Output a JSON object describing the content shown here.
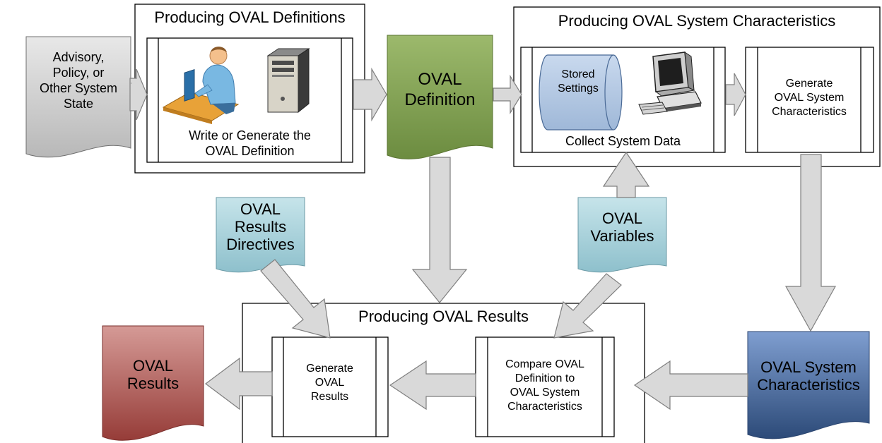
{
  "groups": {
    "definitions_title": "Producing OVAL Definitions",
    "system_characteristics_title": "Producing OVAL System Characteristics",
    "results_title": "Producing OVAL Results"
  },
  "documents": {
    "advisory": [
      "Advisory,",
      "Policy, or",
      "Other System",
      "State"
    ],
    "oval_definition": [
      "OVAL",
      "Definition"
    ],
    "results_directives": [
      "OVAL",
      "Results",
      "Directives"
    ],
    "oval_variables": [
      "OVAL",
      "Variables"
    ],
    "oval_system_characteristics": [
      "OVAL System",
      "Characteristics"
    ],
    "oval_results": [
      "OVAL",
      "Results"
    ]
  },
  "processes": {
    "write_definition": [
      "Write or Generate the",
      "OVAL Definition"
    ],
    "collect_system_data": "Collect System Data",
    "stored_settings": [
      "Stored",
      "Settings"
    ],
    "generate_sc": [
      "Generate",
      "OVAL System",
      "Characteristics"
    ],
    "compare": [
      "Compare OVAL",
      "Definition to",
      "OVAL System",
      "Characteristics"
    ],
    "generate_results": [
      "Generate",
      "OVAL",
      "Results"
    ]
  },
  "colors": {
    "advisory_doc": "#cfcfcf",
    "definition_doc": "#8aa95a",
    "directives_doc": "#a9d3dc",
    "variables_doc": "#a9d3dc",
    "sc_doc": "#3f6496",
    "results_doc": "#b0504c",
    "stored_settings": "#b8cce4",
    "arrow_fill": "#d9d9d9",
    "arrow_stroke": "#7f7f7f"
  }
}
